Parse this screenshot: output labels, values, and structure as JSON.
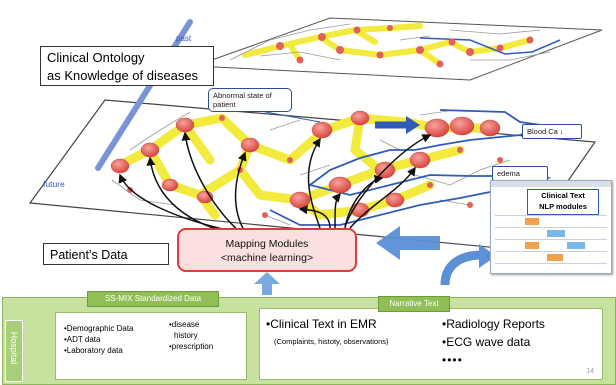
{
  "ontology_label": {
    "line1": "Clinical Ontology",
    "line2": "as Knowledge of diseases"
  },
  "time_axis": {
    "past": "past",
    "future": "future"
  },
  "callouts": {
    "abnormal_line1": "Abnormal state of",
    "abnormal_line2": "patient",
    "blood_ca": "Blood Ca ↓",
    "edema": "edema"
  },
  "nlp_card": {
    "line1": "Clinical Text",
    "line2": "NLP modules"
  },
  "patient_data": "Patient’s Data",
  "mapping": {
    "line1": "Mapping Modules",
    "line2": "<machine learning>"
  },
  "hospital_label": "Hospital",
  "ssmix": {
    "title": "SS-MIX Standardized Data",
    "col1": [
      "•Demographic Data",
      "•ADT data",
      "•Laboratory data"
    ],
    "col2": [
      "•disease",
      "history",
      "•prescription"
    ]
  },
  "narrative": {
    "title": "Narrative Text",
    "emr": "•Clinical Text in EMR",
    "emr_sub": "(Complaints, histoty, observations)",
    "radiology": "•Radiology Reports",
    "ecg": "•ECG wave data",
    "dots": "••••"
  },
  "page_number": "14",
  "colors": {
    "node_fill": "#e0615a",
    "pathway": "#f2ea3c",
    "arrow_blue": "#2e5cb8",
    "panel_green": "#c7e19f",
    "mapping_fill": "#fbe0df",
    "mapping_border": "#e03a3a"
  }
}
